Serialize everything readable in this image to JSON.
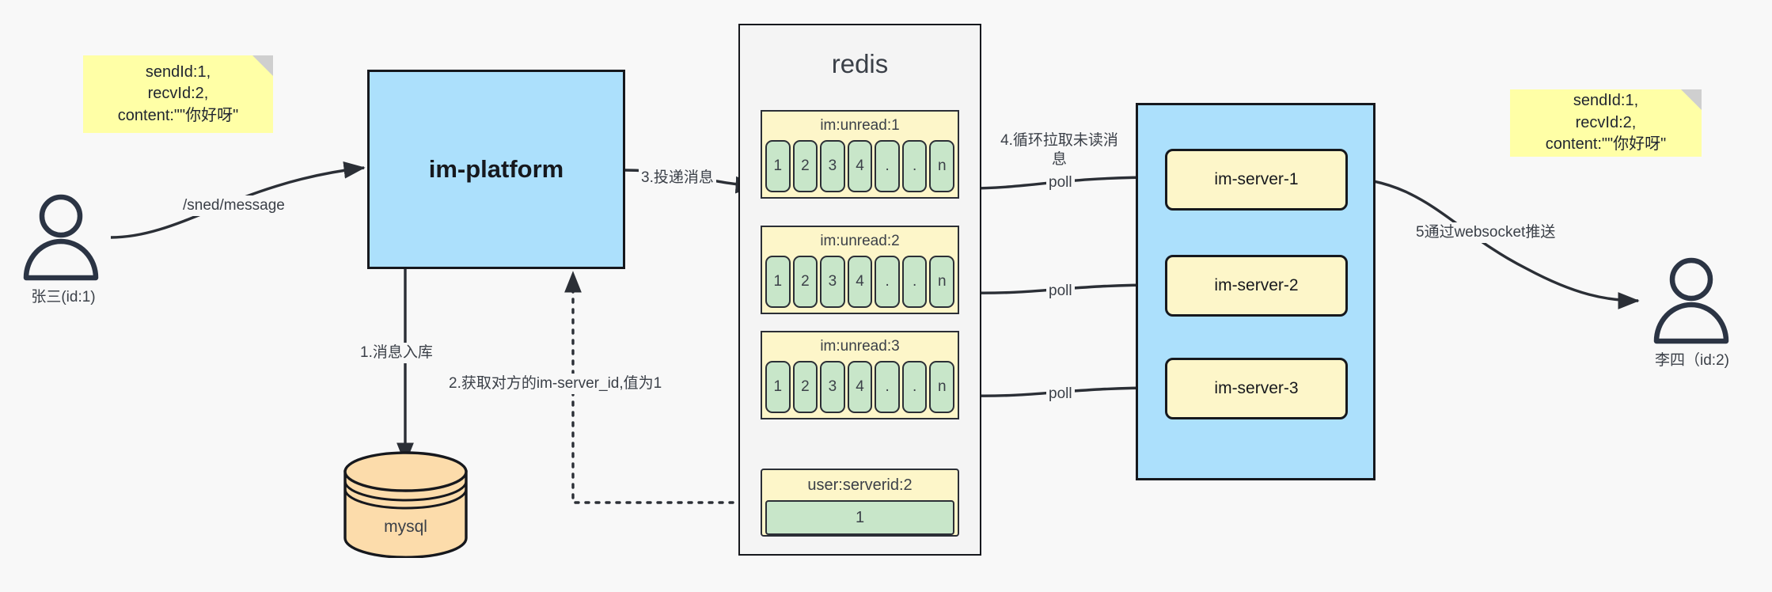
{
  "diagram": {
    "title": "IM message delivery architecture",
    "colors": {
      "sticky": "#ffffa6",
      "platform": "#ace0fc",
      "redis_container": "#f4f4f4",
      "queue_header": "#fdf6c9",
      "queue_cell": "#c8e6c9",
      "server_box": "#fdf6c9",
      "mysql": "#fcdcab",
      "stroke": "#16181d"
    }
  },
  "notes": {
    "left": {
      "lines": [
        "sendId:1,",
        "recvId:2,",
        "content:\"\"你好呀\""
      ]
    },
    "right": {
      "lines": [
        "sendId:1,",
        "recvId:2,",
        "content:\"\"你好呀\""
      ]
    }
  },
  "actors": {
    "sender": {
      "label": "张三(id:1)",
      "icon": "person-icon"
    },
    "receiver": {
      "label": "李四（id:2)",
      "icon": "person-icon"
    }
  },
  "platform": {
    "label": "im-platform"
  },
  "database": {
    "label": "mysql",
    "icon": "cylinder-database-icon"
  },
  "redis": {
    "title": "redis",
    "queues": [
      {
        "name": "im:unread:1",
        "cells": [
          "1",
          "2",
          "3",
          "4",
          ".",
          ".",
          "n"
        ]
      },
      {
        "name": "im:unread:2",
        "cells": [
          "1",
          "2",
          "3",
          "4",
          ".",
          ".",
          "n"
        ]
      },
      {
        "name": "im:unread:3",
        "cells": [
          "1",
          "2",
          "3",
          "4",
          ".",
          ".",
          "n"
        ]
      }
    ],
    "kv": {
      "key": "user:serverid:2",
      "value": "1"
    }
  },
  "servers": {
    "items": [
      {
        "label": "im-server-1"
      },
      {
        "label": "im-server-2"
      },
      {
        "label": "im-server-3"
      }
    ]
  },
  "edges": {
    "send_message": "/sned/message",
    "step1": "1.消息入库",
    "step2": "2.获取对方的im-server_id,值为1",
    "step3": "3.投递消息",
    "step4": "4.循环拉取未读消\n息",
    "step4_line1": "4.循环拉取未读消",
    "step4_line2": "息",
    "poll1": "poll",
    "poll2": "poll",
    "poll3": "poll",
    "step5": "5通过websocket推送"
  }
}
